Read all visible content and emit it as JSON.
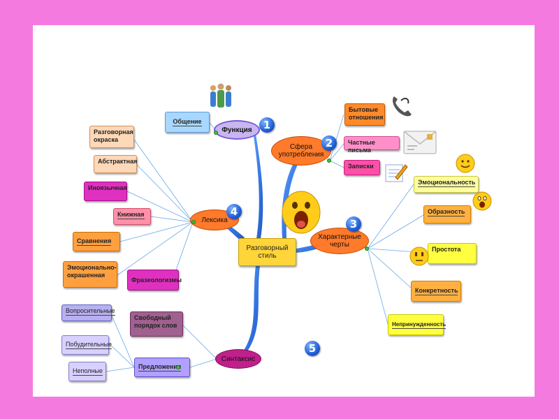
{
  "center": "Разговорный стиль",
  "branches": {
    "funkciya": {
      "label": "Функция",
      "number": "1",
      "children": [
        "Общение"
      ]
    },
    "sfera": {
      "label": "Сфера употребления",
      "number": "2",
      "children": [
        "Бытовые отношения",
        "Частные письма",
        "Записки"
      ]
    },
    "cherty": {
      "label": "Характерные черты",
      "number": "3",
      "children": [
        "Эмоциональность",
        "Образность",
        "Простота",
        "Конкретность",
        "Непринужденность"
      ]
    },
    "leksika": {
      "label": "Лексика",
      "number": "4",
      "children": [
        "Разговорная окраска",
        "Абстрактная",
        "Иноязычная",
        "Книжная",
        "Сравнения",
        "Эмоционально-окрашенная",
        "Фразеологизмы"
      ]
    },
    "sintaksis": {
      "label": "Синтаксис",
      "number": "5",
      "children": [
        "Свободный порядок слов",
        "Предложения"
      ]
    },
    "predlozheniya": {
      "children": [
        "Вопросительные",
        "Побудительные",
        "Неполные"
      ]
    }
  },
  "icons": [
    "people-icon",
    "telephone-icon",
    "envelope-icon",
    "notepad-icon",
    "smiley-icon"
  ],
  "colors": {
    "background": "#f57ae0",
    "canvas": "#ffffff",
    "link": "#2f6fd6",
    "dot": "#3fbf3f"
  }
}
